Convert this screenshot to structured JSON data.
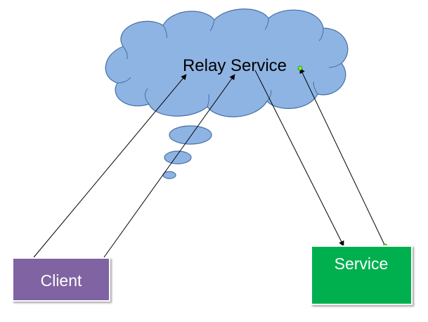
{
  "diagram": {
    "cloud": {
      "label": "Relay Service",
      "fill": "#8eb4e3",
      "stroke": "#4a6fa5"
    },
    "client": {
      "label": "Client",
      "fill": "#8064a2",
      "text_color": "#ffffff"
    },
    "service": {
      "label": "Service",
      "fill": "#00b050",
      "text_color": "#ffffff"
    },
    "connector_color": "#000000",
    "endpoint_color": "#66ff33"
  }
}
